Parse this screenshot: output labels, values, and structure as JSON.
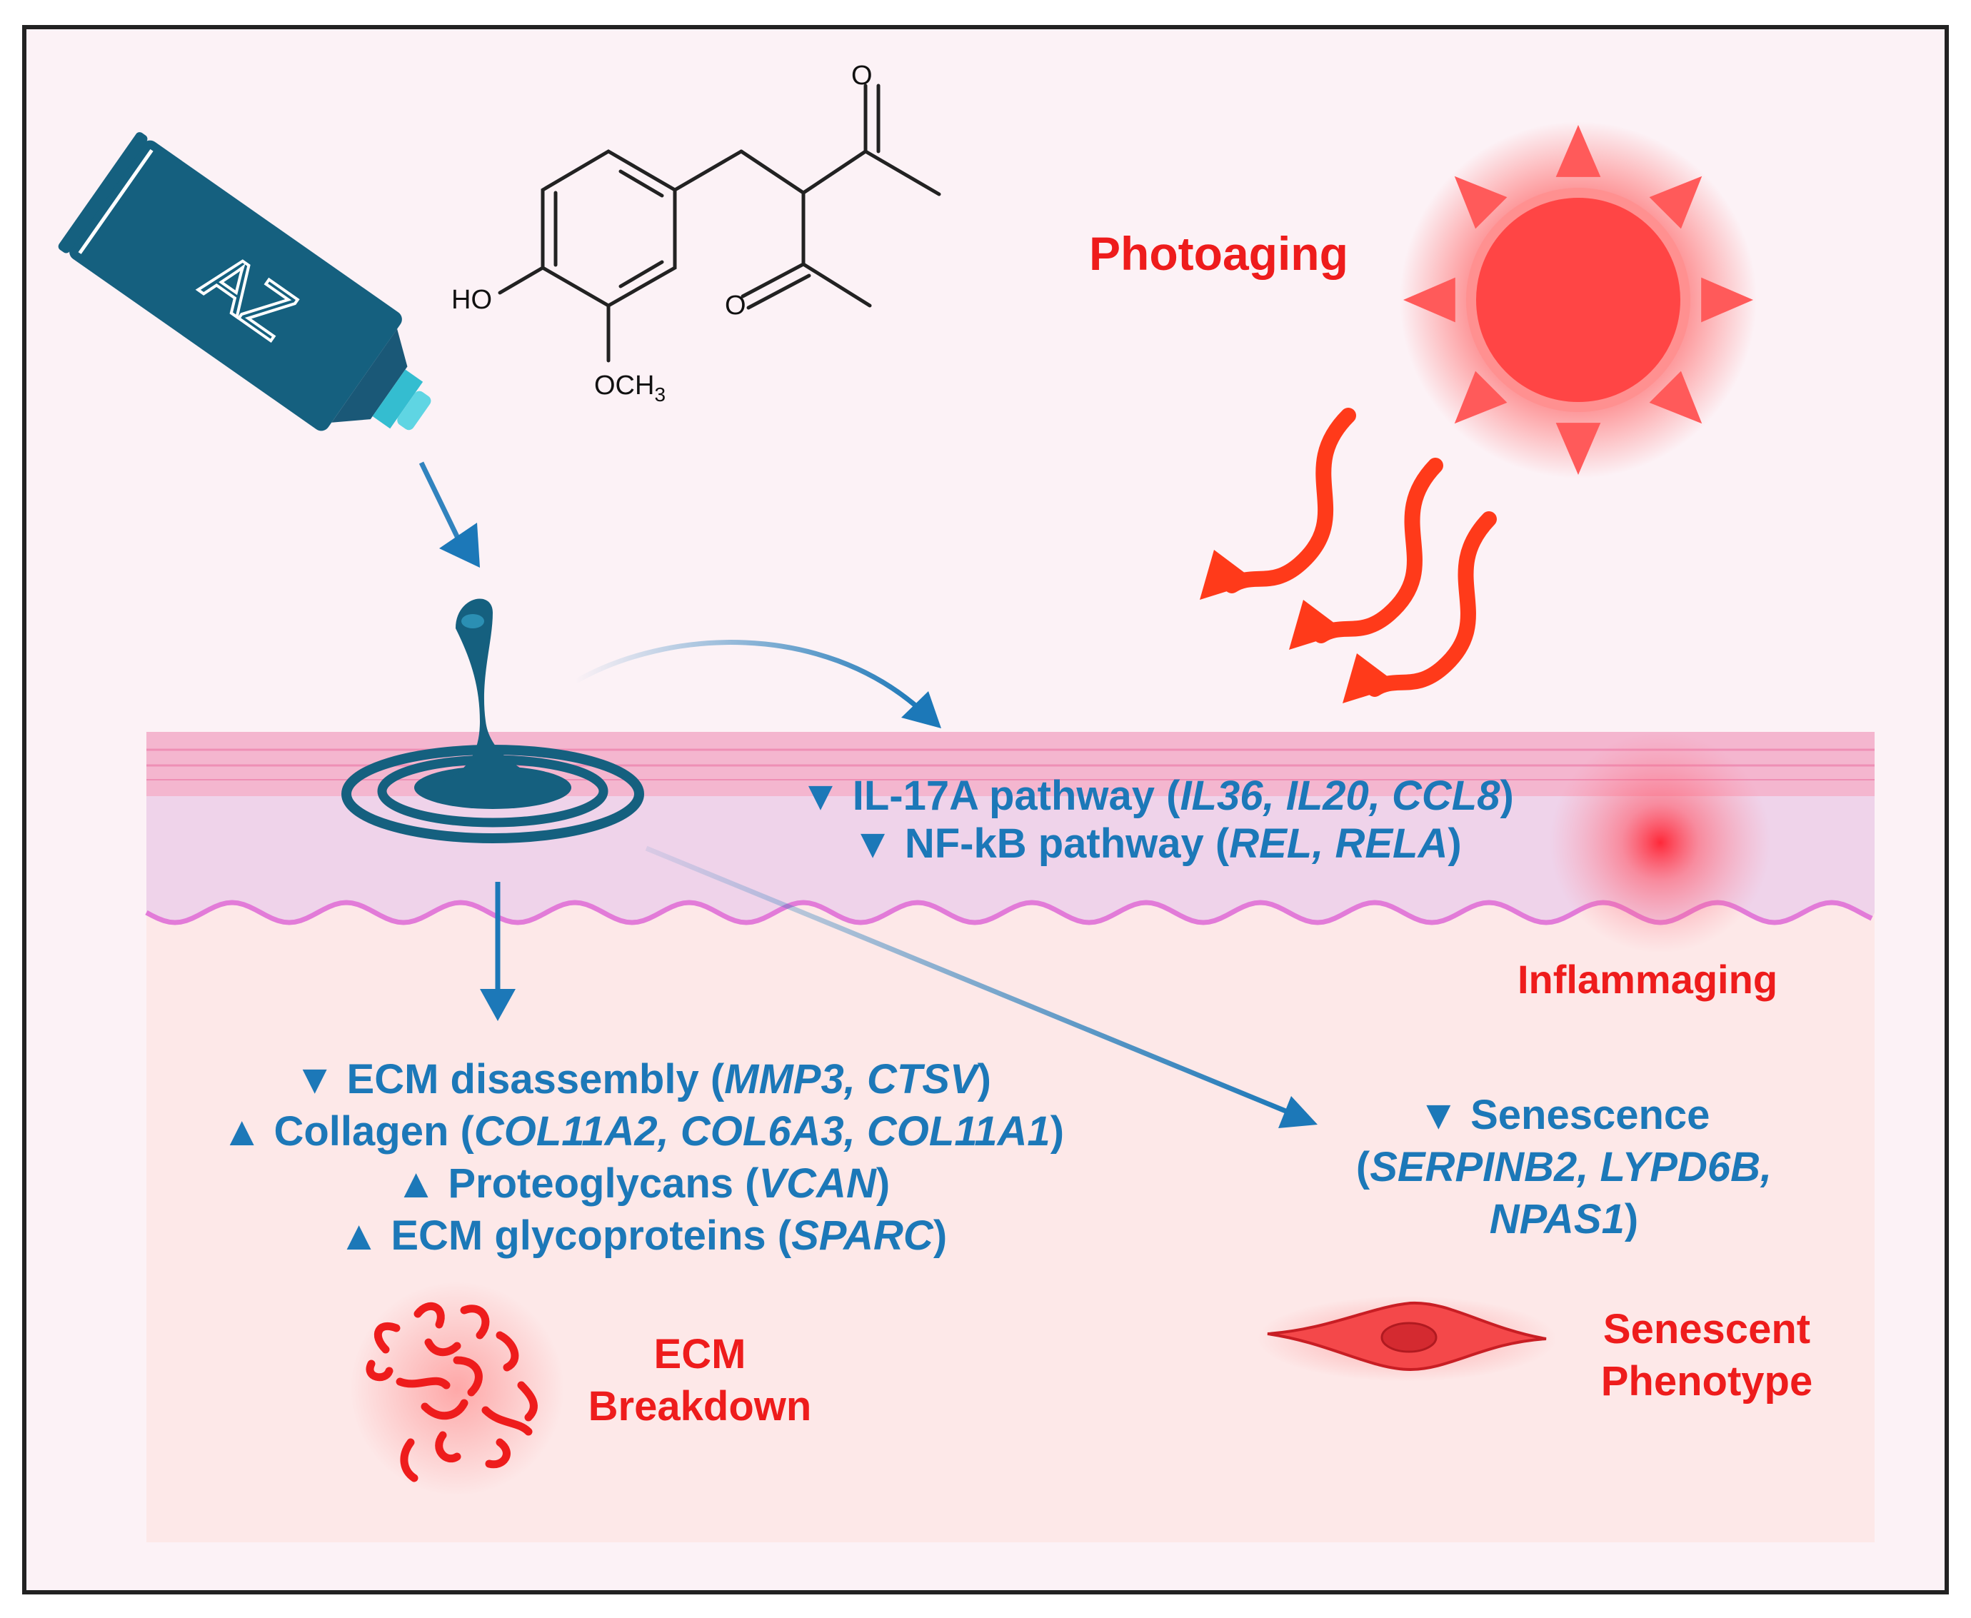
{
  "colors": {
    "blue": "#1c78b8",
    "red": "#ee1c1c",
    "tube": "#15607f",
    "skin_top": "#f4b6cf",
    "skin_mid": "#efd3ea",
    "dermis": "#fde8e8",
    "background": "#fcf2f6"
  },
  "tube": {
    "label": "AZ"
  },
  "molecule": {
    "oh_label": "HO",
    "methoxy_label": "OCH",
    "methoxy_sub": "3",
    "ketone1_o": "O",
    "ketone2_o": "O"
  },
  "photoaging_label": "Photoaging",
  "inflammaging_label": "Inflammaging",
  "pathways": {
    "il17": {
      "marker": "▼",
      "text": " IL-17A pathway (",
      "genes": "IL36, IL20, CCL8",
      "close": ")"
    },
    "nfkb": {
      "marker": "▼",
      "text": " NF-kB pathway (",
      "genes": "REL, RELA",
      "close": ")"
    }
  },
  "ecm_effects": [
    {
      "marker": "▼",
      "text": " ECM disassembly (",
      "genes": "MMP3, CTSV",
      "close": ")"
    },
    {
      "marker": "▲",
      "text": " Collagen (",
      "genes": "COL11A2, COL6A3, COL11A1",
      "close": ")"
    },
    {
      "marker": "▲",
      "text": " Proteoglycans (",
      "genes": "VCAN",
      "close": ")"
    },
    {
      "marker": "▲",
      "text": " ECM glycoproteins (",
      "genes": "SPARC",
      "close": ")"
    }
  ],
  "senescence": {
    "line1_marker": "▼",
    "line1_text": " Senescence",
    "line2_open": "(",
    "line2_genes": "SERPINB2, LYPD6B,",
    "line3_genes": "NPAS1",
    "line3_close": ")"
  },
  "ecm_breakdown": {
    "line1": "ECM",
    "line2": "Breakdown"
  },
  "senescent_phenotype": {
    "line1": "Senescent",
    "line2": "Phenotype"
  }
}
